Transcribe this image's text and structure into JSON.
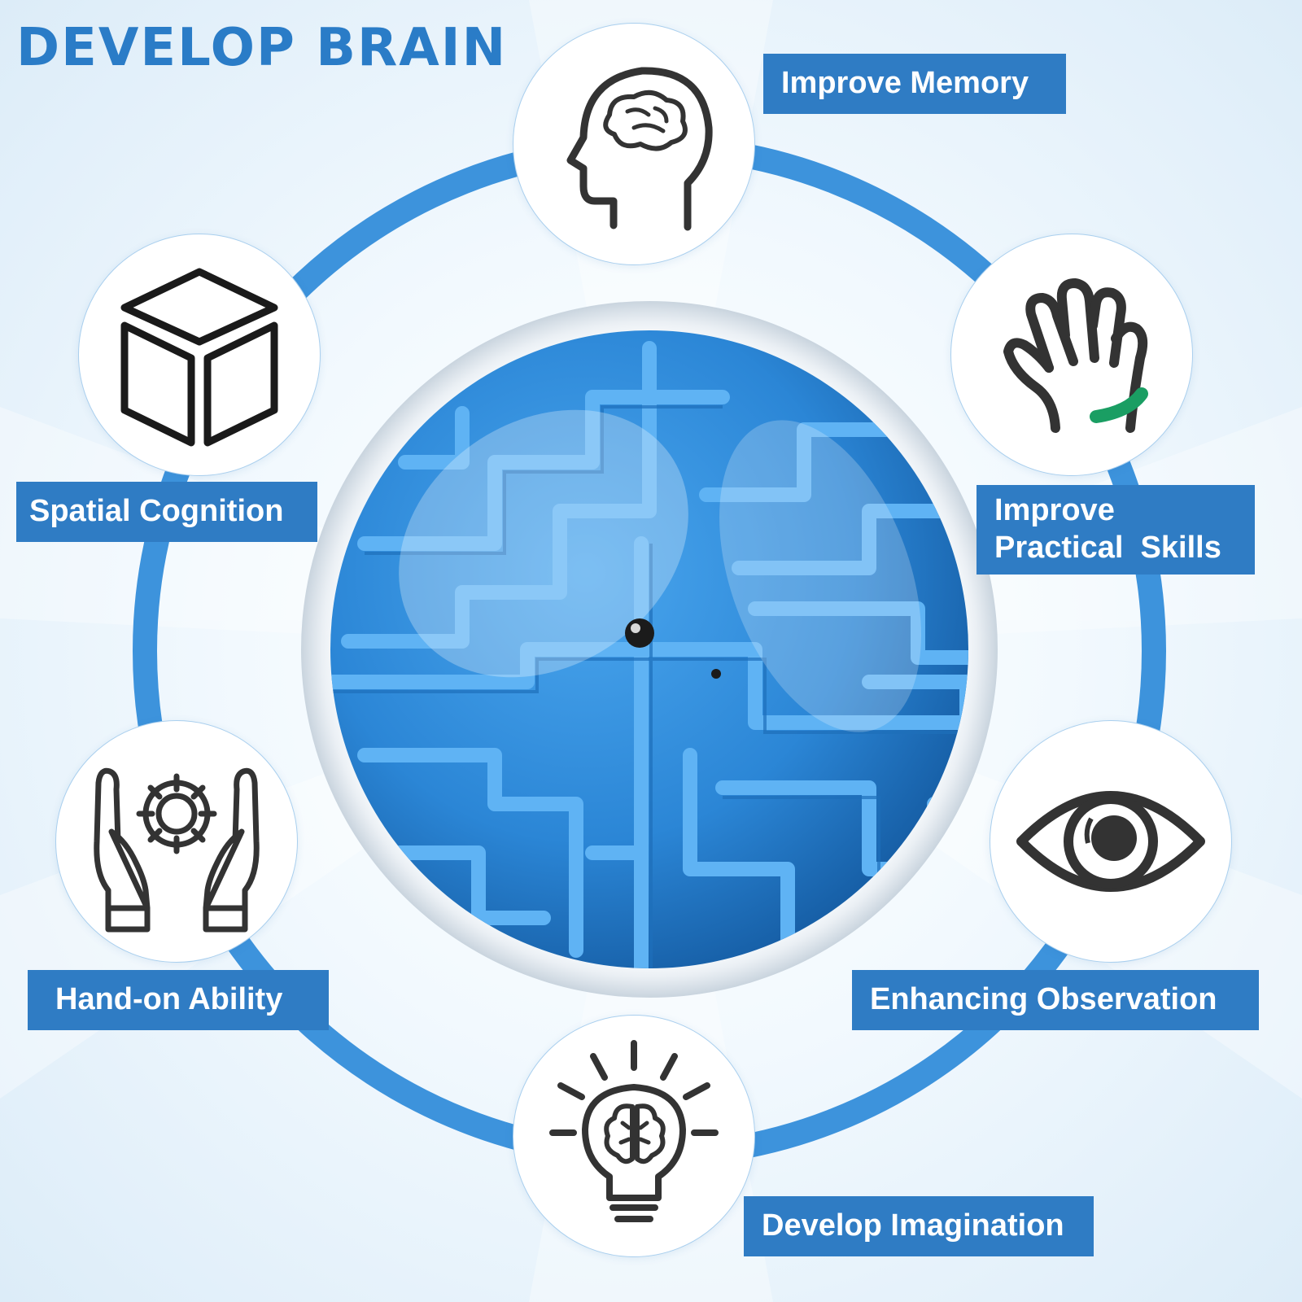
{
  "title": "DEVELOP BRAIN",
  "colors": {
    "title": "#2a7cc7",
    "ring": "#3d93dc",
    "label_bg": "#2f7cc4",
    "label_text": "#ffffff",
    "icon_stroke": "#333333",
    "accent_green": "#1a9e63",
    "maze_blue": "#2b86d6"
  },
  "center_image": "blue-3d-maze-ball",
  "benefits": [
    {
      "icon": "brain-head-icon",
      "lines": [
        "Improve Memory"
      ]
    },
    {
      "icon": "hand-icon",
      "lines": [
        "Improve",
        "Practical  Skills"
      ]
    },
    {
      "icon": "eye-icon",
      "lines": [
        "Enhancing Observation"
      ]
    },
    {
      "icon": "lightbulb-brain-icon",
      "lines": [
        "Develop Imagination"
      ]
    },
    {
      "icon": "hands-gear-icon",
      "lines": [
        "Hand-on Ability"
      ]
    },
    {
      "icon": "cube-icon",
      "lines": [
        "Spatial Cognition"
      ]
    }
  ]
}
